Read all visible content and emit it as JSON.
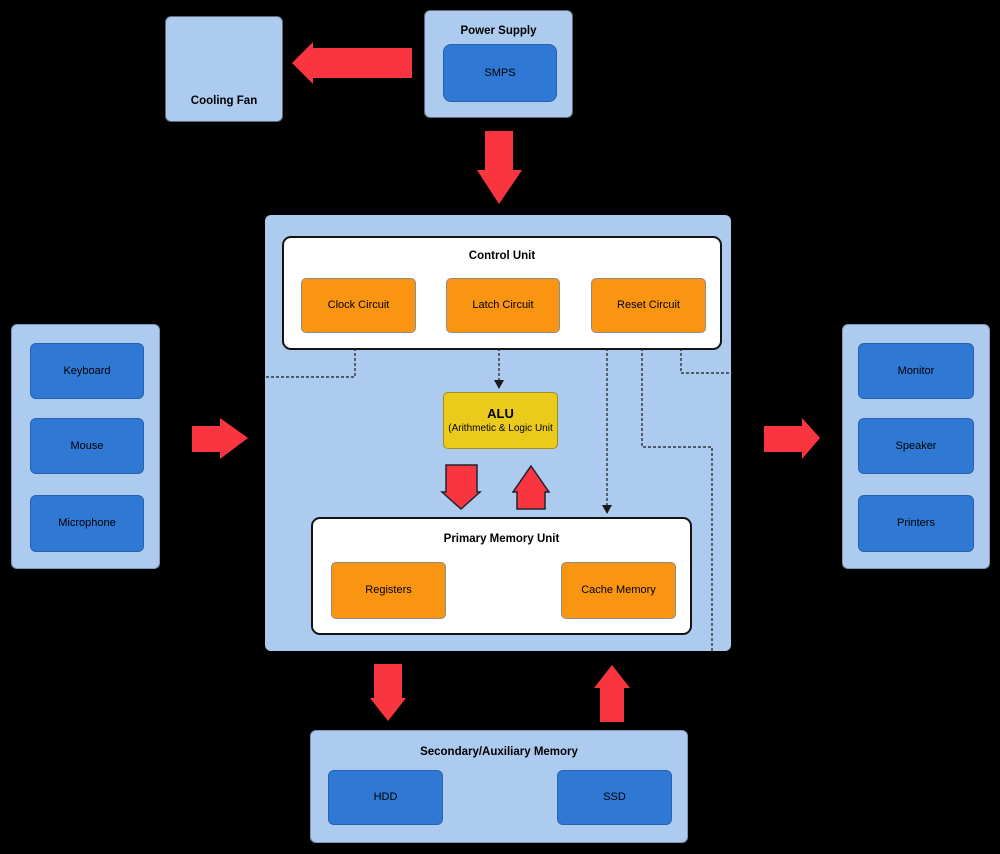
{
  "colors": {
    "background": "#000000",
    "panel_light_blue": "#adcbee",
    "component_blue": "#2f78d4",
    "accent_orange": "#fa9511",
    "alu_yellow": "#eacb1b",
    "arrow_red": "#f93540",
    "line_black": "#1a1a1a"
  },
  "power_supply": {
    "title": "Power Supply",
    "component": "SMPS"
  },
  "cooling_fan": {
    "label": "Cooling Fan"
  },
  "cpu": {
    "control_unit": {
      "title": "Control Unit",
      "components": [
        "Clock Circuit",
        "Latch Circuit",
        "Reset Circuit"
      ]
    },
    "alu": {
      "title": "ALU",
      "subtitle": "(Arithmetic & Logic Unit"
    },
    "primary_memory": {
      "title": "Primary Memory Unit",
      "components": [
        "Registers",
        "Cache Memory"
      ]
    }
  },
  "input_devices": {
    "items": [
      "Keyboard",
      "Mouse",
      "Microphone"
    ]
  },
  "output_devices": {
    "items": [
      "Monitor",
      "Speaker",
      "Printers"
    ]
  },
  "secondary_memory": {
    "title": "Secondary/Auxiliary Memory",
    "components": [
      "HDD",
      "SSD"
    ]
  }
}
